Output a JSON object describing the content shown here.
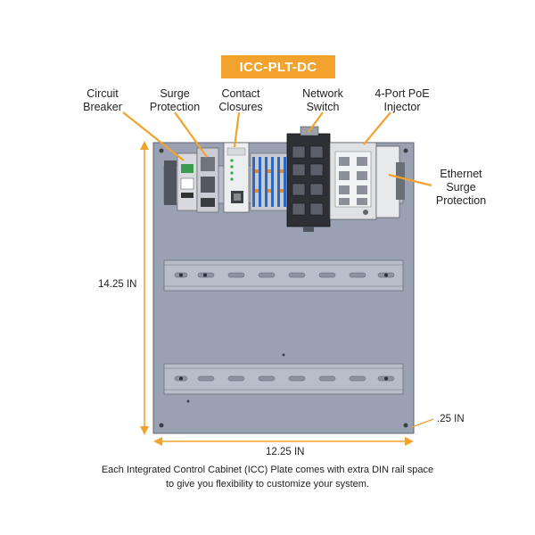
{
  "title": "ICC-PLT-DC",
  "components": [
    {
      "id": "circuit-breaker",
      "label": "Circuit\nBreaker"
    },
    {
      "id": "surge-protection",
      "label": "Surge\nProtection"
    },
    {
      "id": "contact-closures",
      "label": "Contact\nClosures"
    },
    {
      "id": "network-switch",
      "label": "Network\nSwitch"
    },
    {
      "id": "poe-injector",
      "label": "4-Port PoE\nInjector"
    },
    {
      "id": "ethernet-surge",
      "label": "Ethernet\nSurge\nProtection"
    }
  ],
  "dimensions": {
    "height": "14.25 IN",
    "width": "12.25 IN",
    "hole_offset": ".25 IN"
  },
  "caption": {
    "line1": "Each Integrated Control Cabinet (ICC) Plate comes with extra DIN rail space",
    "line2": "to give you flexibility to customize your system."
  },
  "colors": {
    "accent": "#f2a32e",
    "plate": "#9aa1b3",
    "rail": "#b8bdc9"
  }
}
